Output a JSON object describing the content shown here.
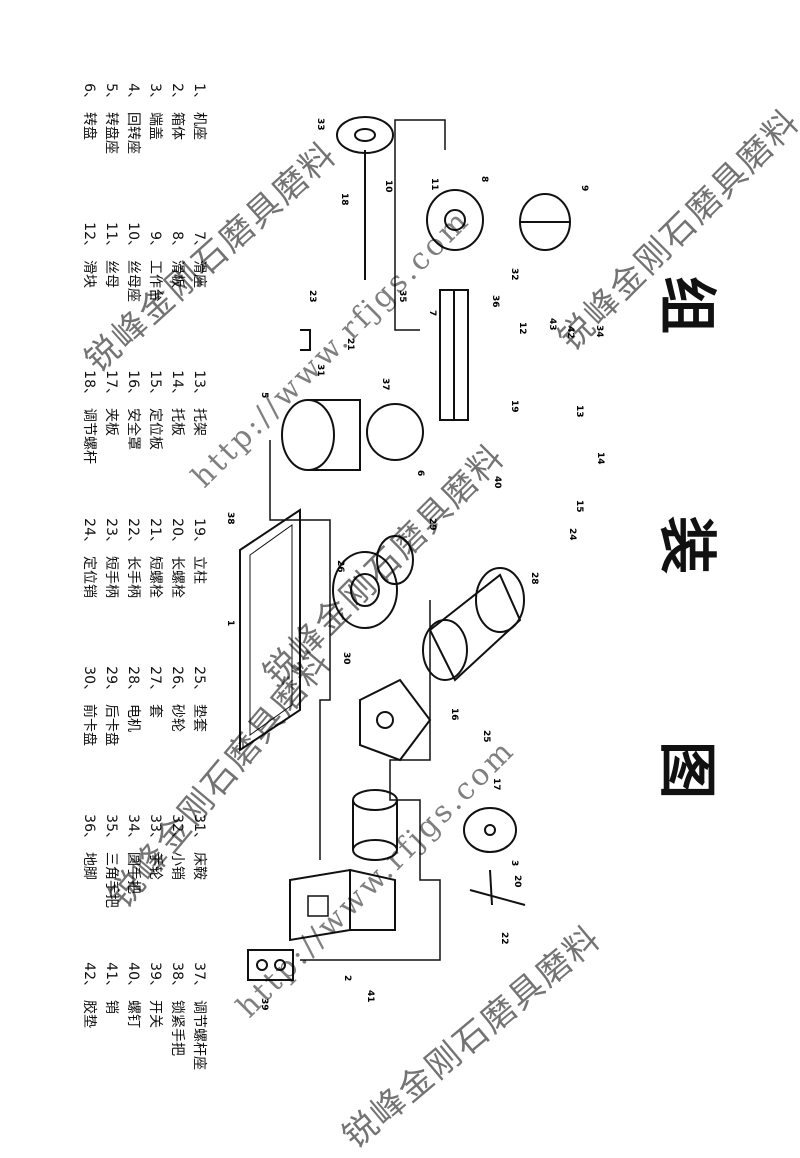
{
  "title": [
    "组",
    "装",
    "图"
  ],
  "parts": [
    {
      "num": "1、",
      "name": "机座"
    },
    {
      "num": "2、",
      "name": "箱体"
    },
    {
      "num": "3、",
      "name": "端盖"
    },
    {
      "num": "4、",
      "name": "回转座"
    },
    {
      "num": "5、",
      "name": "转盘座"
    },
    {
      "num": "6、",
      "name": "转盘"
    },
    {
      "num": "7、",
      "name": "滑座"
    },
    {
      "num": "8、",
      "name": "滑板"
    },
    {
      "num": "9、",
      "name": "工作台"
    },
    {
      "num": "10、",
      "name": "丝母座"
    },
    {
      "num": "11、",
      "name": "丝母"
    },
    {
      "num": "12、",
      "name": "滑块"
    },
    {
      "num": "13、",
      "name": "托架"
    },
    {
      "num": "14、",
      "name": "托板"
    },
    {
      "num": "15、",
      "name": "定位板"
    },
    {
      "num": "16、",
      "name": "安全罩"
    },
    {
      "num": "17、",
      "name": "夹板"
    },
    {
      "num": "18、",
      "name": "调节螺杆"
    },
    {
      "num": "19、",
      "name": "立柱"
    },
    {
      "num": "20、",
      "name": "长螺栓"
    },
    {
      "num": "21、",
      "name": "短螺栓"
    },
    {
      "num": "22、",
      "name": "长手柄"
    },
    {
      "num": "23、",
      "name": "短手柄"
    },
    {
      "num": "24、",
      "name": "定位销"
    },
    {
      "num": "25、",
      "name": "垫套"
    },
    {
      "num": "26、",
      "name": "砂轮"
    },
    {
      "num": "27、",
      "name": "套"
    },
    {
      "num": "28、",
      "name": "电机"
    },
    {
      "num": "29、",
      "name": "后卡盘"
    },
    {
      "num": "30、",
      "name": "前卡盘"
    },
    {
      "num": "31、",
      "name": "床鞍"
    },
    {
      "num": "32、",
      "name": "小销"
    },
    {
      "num": "33、",
      "name": "手轮"
    },
    {
      "num": "34、",
      "name": "圆手把"
    },
    {
      "num": "35、",
      "name": "三角手把"
    },
    {
      "num": "36、",
      "name": "地脚"
    },
    {
      "num": "37、",
      "name": "调节螺杆座"
    },
    {
      "num": "38、",
      "name": "锁紧手把"
    },
    {
      "num": "39、",
      "name": "开关"
    },
    {
      "num": "40、",
      "name": "螺钉"
    },
    {
      "num": "41、",
      "name": "销"
    },
    {
      "num": "42、",
      "name": "胶垫"
    }
  ],
  "callouts": [
    "1",
    "2",
    "3",
    "5",
    "6",
    "7",
    "8",
    "9",
    "10",
    "11",
    "12",
    "13",
    "14",
    "15",
    "16",
    "17",
    "18",
    "19",
    "20",
    "21",
    "22",
    "23",
    "24",
    "25",
    "26",
    "28",
    "29",
    "30",
    "31",
    "32",
    "33",
    "34",
    "35",
    "36",
    "37",
    "38",
    "39",
    "40",
    "41",
    "42",
    "43"
  ],
  "watermarks": {
    "company": "锐峰金刚石磨具磨料",
    "url": "http://www.rfjgs.com"
  }
}
